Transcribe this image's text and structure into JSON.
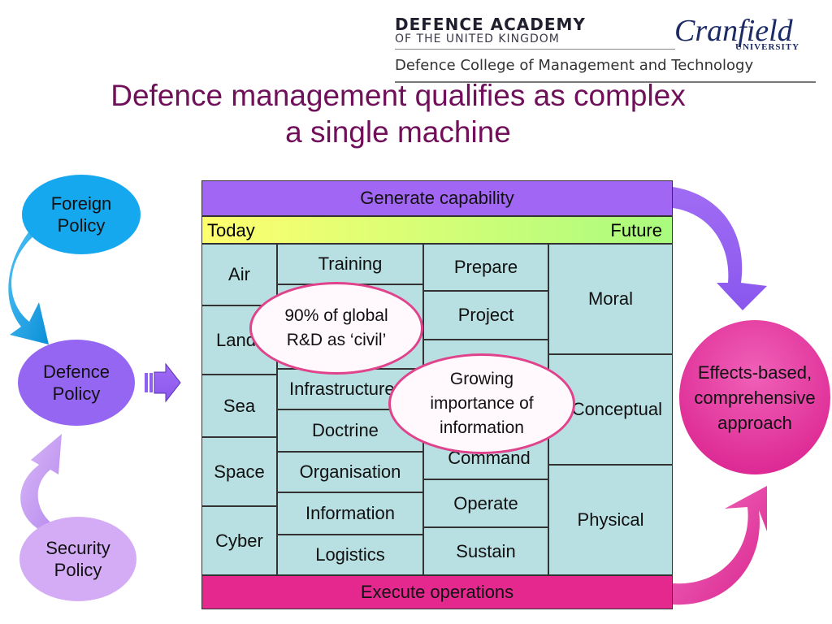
{
  "header": {
    "academy_line1": "DEFENCE ACADEMY",
    "academy_line2": "OF THE UNITED KINGDOM",
    "cranfield": "Cranfield",
    "university": "UNIVERSITY",
    "college": "Defence College of Management and Technology"
  },
  "title": {
    "line1": "Defence management qualifies as complex",
    "line2": "a single machine"
  },
  "policies": {
    "foreign": "Foreign Policy",
    "defence": "Defence Policy",
    "security": "Security Policy"
  },
  "matrix": {
    "top_band": "Generate capability",
    "bottom_band": "Execute operations",
    "timeline_start": "Today",
    "timeline_end": "Future",
    "domains": [
      "Air",
      "Land",
      "Sea",
      "Space",
      "Cyber"
    ],
    "lines_of_development": [
      "Training",
      "",
      "",
      "Infrastructure",
      "Doctrine",
      "Organisation",
      "Information",
      "Logistics"
    ],
    "functions": [
      "Prepare",
      "Project",
      "",
      "Command",
      "Operate",
      "Sustain"
    ],
    "components": [
      "Moral",
      "Conceptual",
      "Physical"
    ]
  },
  "callouts": {
    "civil_rd": "90% of global R&D as ‘civil’",
    "information": "Growing importance of information"
  },
  "outcome": "Effects-based, comprehensive approach",
  "colors": {
    "title": "#70105a",
    "cell": "#b8dfe2",
    "top_band": "#a167f4",
    "bottom_band": "#e4288e",
    "foreign_circle": "#15a8ef",
    "defence_circle": "#9566f2",
    "security_circle": "#d4acf6",
    "outcome_circle": "#e53fa7",
    "callout_border": "#e0428c"
  }
}
